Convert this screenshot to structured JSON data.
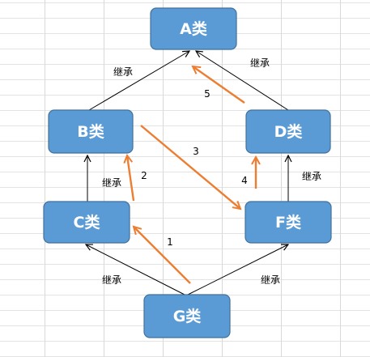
{
  "colors": {
    "node_fill": "#5B9BD5",
    "node_stroke": "#41719C",
    "inherit_line": "#000000",
    "step_arrow": "#ED7D31"
  },
  "nodes": {
    "a": {
      "label": "A类"
    },
    "b": {
      "label": "B类"
    },
    "c": {
      "label": "C类"
    },
    "d": {
      "label": "D类"
    },
    "f": {
      "label": "F类"
    },
    "g": {
      "label": "G类"
    }
  },
  "edges": {
    "b_a": {
      "label": "继承"
    },
    "d_a": {
      "label": "继承"
    },
    "c_b": {
      "label": "继承"
    },
    "f_d": {
      "label": "继承"
    },
    "g_c": {
      "label": "继承"
    },
    "g_f": {
      "label": "继承"
    }
  },
  "steps": {
    "s1": {
      "label": "1"
    },
    "s2": {
      "label": "2"
    },
    "s3": {
      "label": "3"
    },
    "s4": {
      "label": "4"
    },
    "s5": {
      "label": "5"
    }
  }
}
